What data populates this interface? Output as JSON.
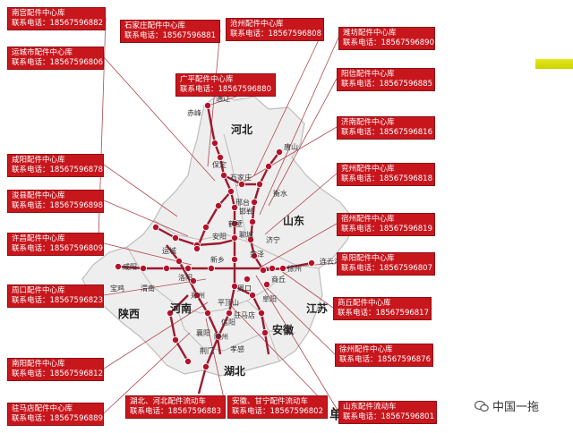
{
  "colors": {
    "card": "#c8161d",
    "route": "#9b1b30",
    "node": "#b5122a",
    "leader": "#b0484f"
  },
  "provinces": [
    {
      "name": "河北"
    },
    {
      "name": "山东"
    },
    {
      "name": "河南"
    },
    {
      "name": "陕西"
    },
    {
      "name": "江苏"
    },
    {
      "name": "安徽"
    },
    {
      "name": "湖北"
    },
    {
      "name": "单"
    }
  ],
  "cities": [
    "赤峰",
    "通辽",
    "保定",
    "石家庄",
    "唐山",
    "邢台",
    "衡水",
    "邯郸",
    "聊城",
    "安阳",
    "新乡",
    "鹤壁",
    "济宁",
    "菏泽",
    "徐州",
    "连云港",
    "商丘",
    "周口",
    "阜阳",
    "咸阳",
    "渭南",
    "宝鸡",
    "运城",
    "洛阳",
    "郑州",
    "平顶山",
    "驻马店",
    "信阳",
    "襄阳",
    "荆门",
    "随州",
    "孝感"
  ],
  "cards": [
    {
      "name": "南宫配件中心库",
      "phone": "联系电话：18567596882"
    },
    {
      "name": "石家庄配件中心库",
      "phone": "联系电话：18567596881"
    },
    {
      "name": "沧州配件中心库",
      "phone": "联系电话：18567596808"
    },
    {
      "name": "潍坊配件中心库",
      "phone": "联系电话：18567596890"
    },
    {
      "name": "运城市配件中心库",
      "phone": "联系电话：18567596806"
    },
    {
      "name": "广平配件中心库",
      "phone": "联系电话：18567596880"
    },
    {
      "name": "阳信配件中心库",
      "phone": "联系电话：18567596885"
    },
    {
      "name": "济南配件中心库",
      "phone": "联系电话：18567596816"
    },
    {
      "name": "咸阳配件中心库",
      "phone": "联系电话：18567596878"
    },
    {
      "name": "兖州配件中心库",
      "phone": "联系电话：18567596818"
    },
    {
      "name": "浚县配件中心库",
      "phone": "联系电话：18567596898"
    },
    {
      "name": "宿州配件中心库",
      "phone": "联系电话：18567596819"
    },
    {
      "name": "许昌配件中心库",
      "phone": "联系电话：18567596809"
    },
    {
      "name": "阜阳配件中心库",
      "phone": "联系电话：18567596807"
    },
    {
      "name": "周口配件中心库",
      "phone": "联系电话：18567596823"
    },
    {
      "name": "商丘配件中心库",
      "phone": "联系电话：18567596817"
    },
    {
      "name": "徐州配件中心库",
      "phone": "联系电话：18567596876"
    },
    {
      "name": "南阳配件中心库",
      "phone": "联系电话：18567596812"
    },
    {
      "name": "驻马店配件中心库",
      "phone": "联系电话：18567596889"
    },
    {
      "name": "湖北、河北配件流动车",
      "phone": "联系电话：18567596883"
    },
    {
      "name": "安徽、甘宁配件流动车",
      "phone": "联系电话：18567596802"
    },
    {
      "name": "山东配件流动车",
      "phone": "联系电话：18567596801"
    }
  ],
  "watermark": "中国一拖"
}
